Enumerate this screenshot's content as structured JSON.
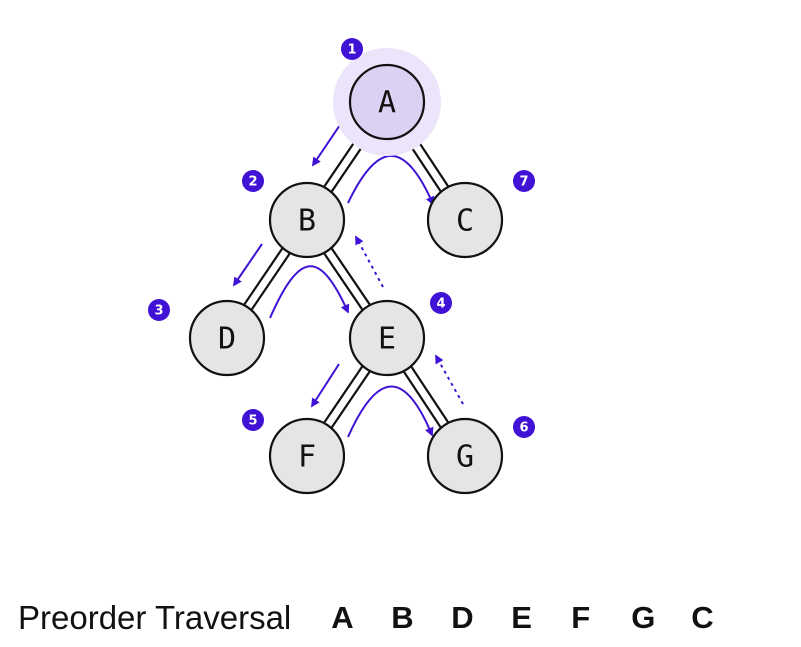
{
  "colors": {
    "accent": "#3f12d6",
    "node_fill": "#e5e5e5",
    "root_fill": "#dcd1f3",
    "root_halo": "#ebe4fa",
    "edge": "#111111"
  },
  "nodes": [
    {
      "id": "A",
      "label": "A",
      "step": "1",
      "highlight": true
    },
    {
      "id": "B",
      "label": "B",
      "step": "2"
    },
    {
      "id": "C",
      "label": "C",
      "step": "7"
    },
    {
      "id": "D",
      "label": "D",
      "step": "3"
    },
    {
      "id": "E",
      "label": "E",
      "step": "4"
    },
    {
      "id": "F",
      "label": "F",
      "step": "5"
    },
    {
      "id": "G",
      "label": "G",
      "step": "6"
    }
  ],
  "edges": [
    [
      "A",
      "B"
    ],
    [
      "A",
      "C"
    ],
    [
      "B",
      "D"
    ],
    [
      "B",
      "E"
    ],
    [
      "E",
      "F"
    ],
    [
      "E",
      "G"
    ]
  ],
  "traversal": {
    "title": "Preorder Traversal",
    "order": [
      "A",
      "B",
      "D",
      "E",
      "F",
      "G",
      "C"
    ]
  }
}
